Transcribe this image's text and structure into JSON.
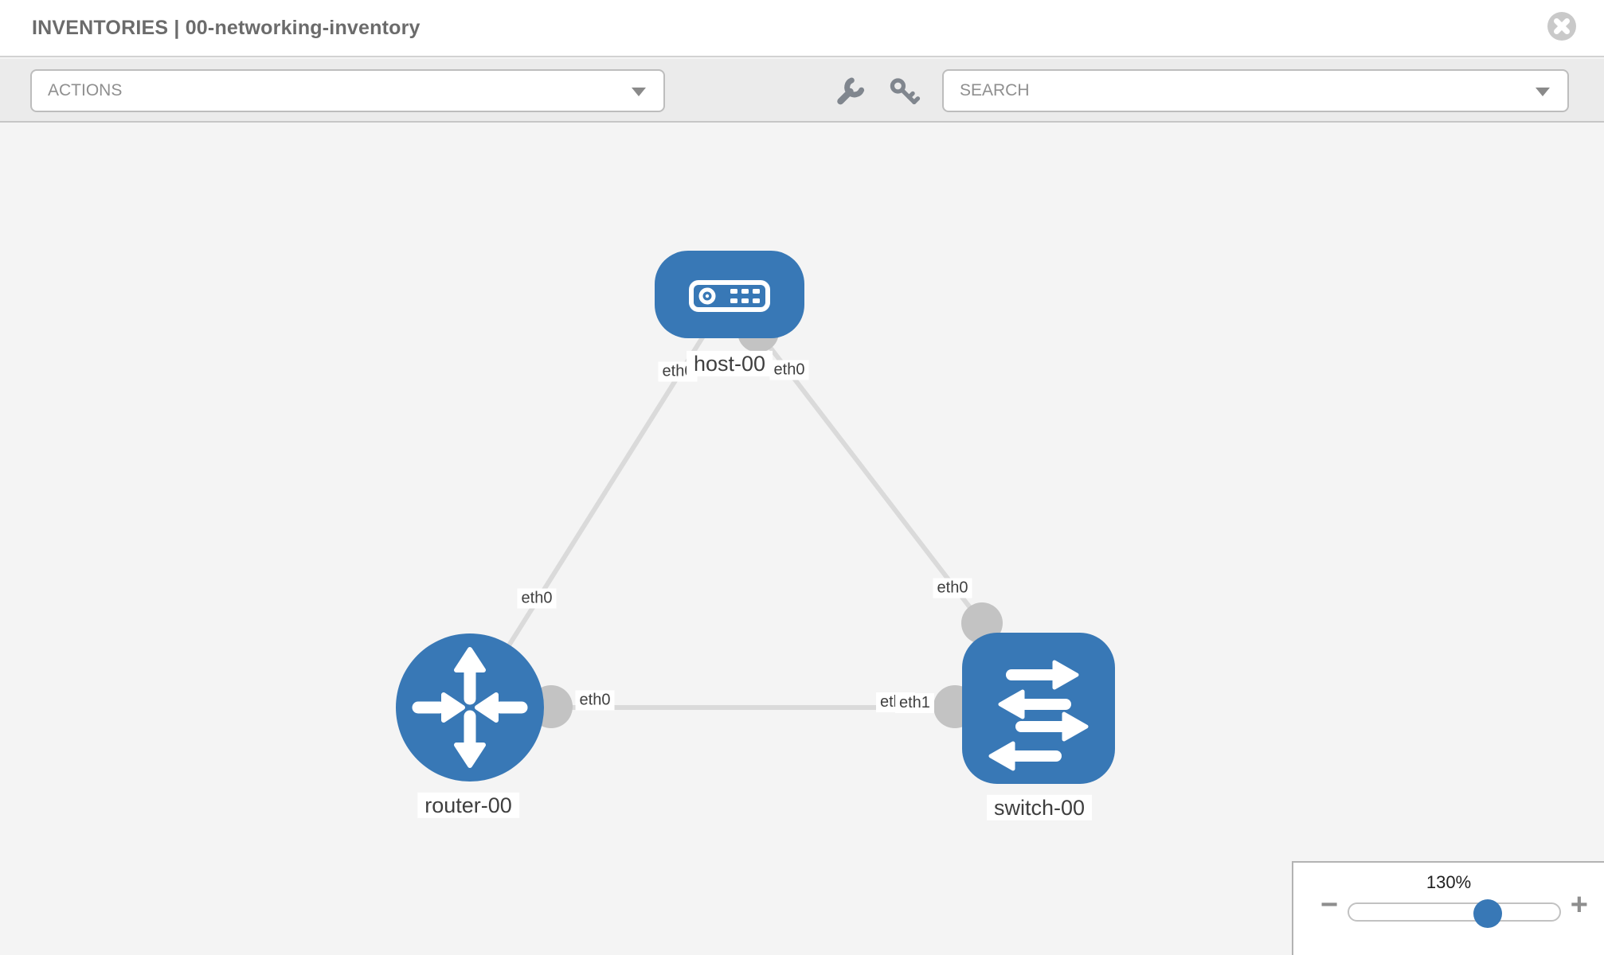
{
  "header": {
    "title": "INVENTORIES | 00-networking-inventory"
  },
  "toolbar": {
    "actions": {
      "label": "ACTIONS"
    },
    "search": {
      "placeholder": "SEARCH"
    }
  },
  "icons": {
    "close": "circle-x",
    "wrench": "wrench",
    "key": "key",
    "actions_caret": "chevron-down",
    "search_caret": "chevron-down",
    "host_glyph": "server",
    "router_glyph": "crossing-arrows",
    "switch_glyph": "swap-arrows",
    "zoom_out": "minus",
    "zoom_in": "plus"
  },
  "colors": {
    "node_blue": "#3878b6",
    "link_gray": "#dadada",
    "interface_gray": "#c3c3c3",
    "canvas_bg": "#f4f4f4",
    "toolbar_bg": "#ebebeb",
    "slider_handle_blue": "#3878b6"
  },
  "topology": {
    "nodes": [
      {
        "id": "host-00",
        "type": "host",
        "label": "host-00"
      },
      {
        "id": "router-00",
        "type": "router",
        "label": "router-00"
      },
      {
        "id": "switch-00",
        "type": "switch",
        "label": "switch-00"
      }
    ],
    "links": [
      {
        "from": "host-00",
        "to": "router-00",
        "from_interface": "eth0",
        "to_interface": "eth0"
      },
      {
        "from": "host-00",
        "to": "switch-00",
        "from_interface": "eth0",
        "to_interface": "eth0"
      },
      {
        "from": "router-00",
        "to": "switch-00",
        "from_interface": "eth0",
        "to_interface": "eth1"
      }
    ],
    "iface_labels": {
      "host_router_host_end": "eth0",
      "host_router_router_end": "eth0",
      "host_switch_host_end": "eth0",
      "host_switch_switch_end": "eth0",
      "router_switch_router_end": "eth0",
      "router_switch_switch_end_back": "eth0",
      "router_switch_switch_end_front": "eth1"
    }
  },
  "zoom_control": {
    "level": "130%",
    "minus": "−",
    "plus": "+"
  }
}
